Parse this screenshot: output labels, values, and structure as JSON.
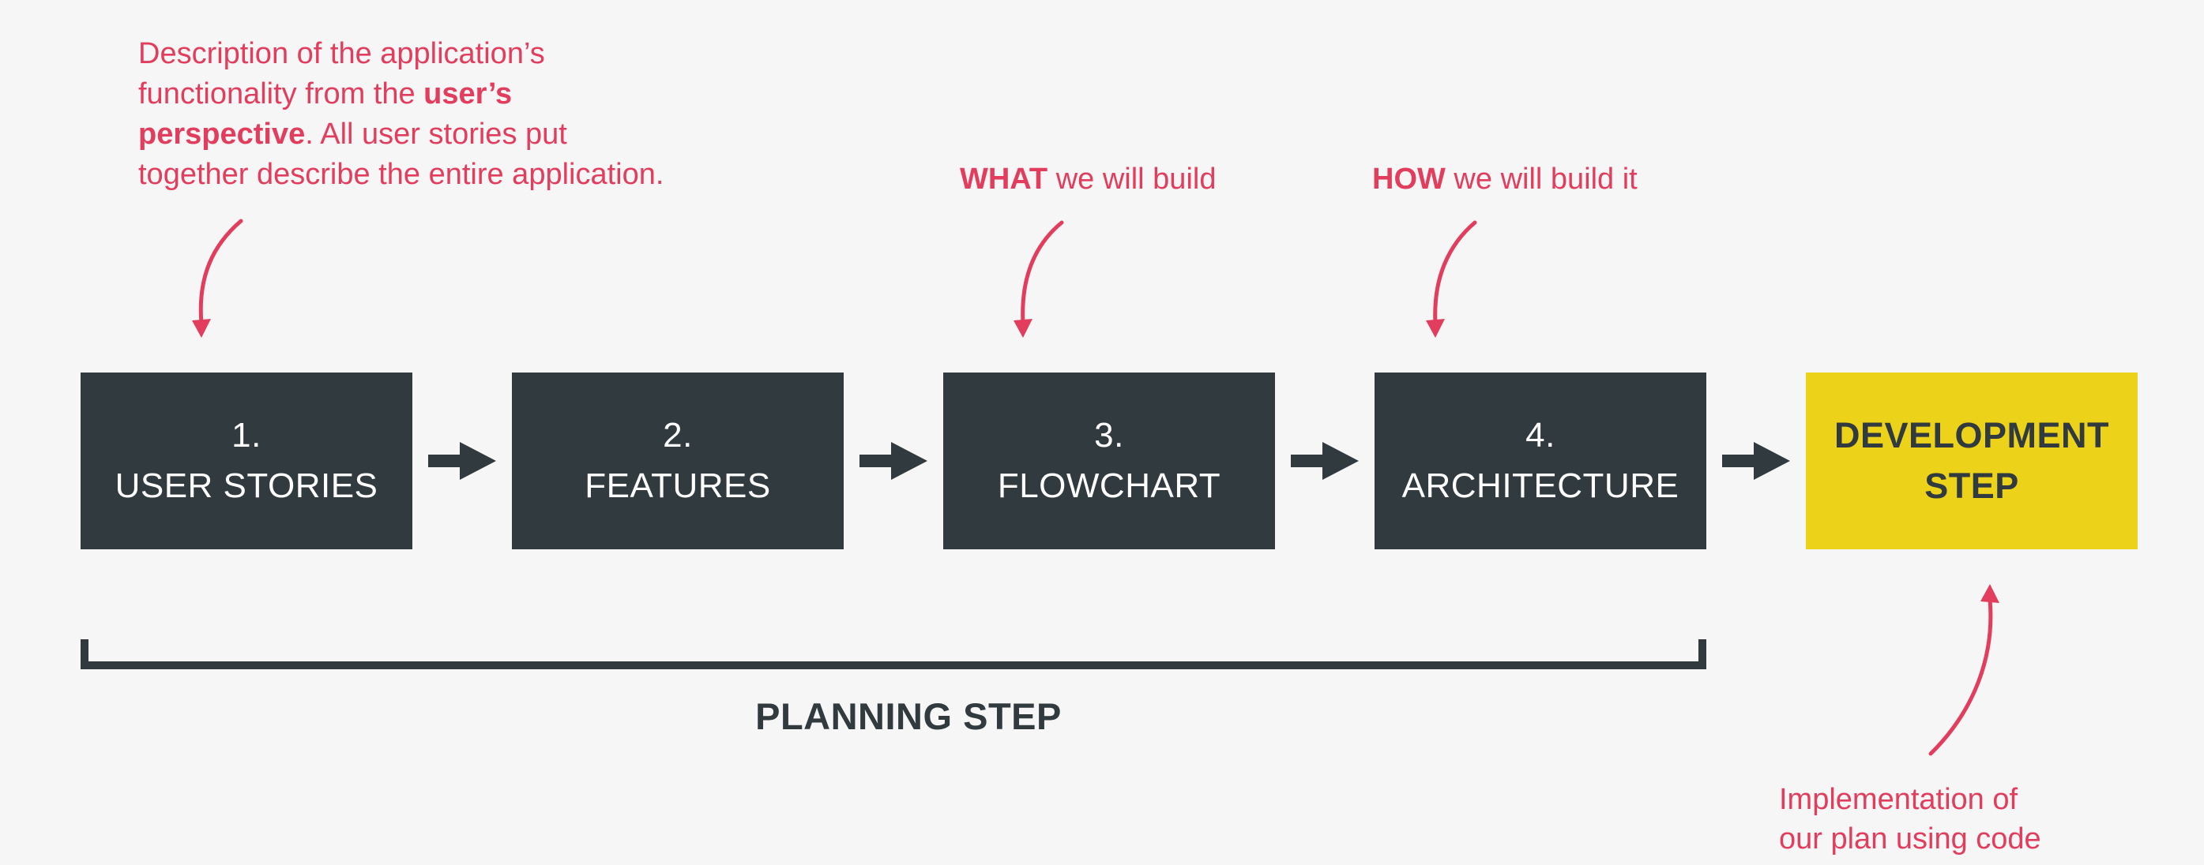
{
  "annotations": {
    "user_stories": {
      "line1": "Description of the application’s",
      "line2_a": "functionality from the ",
      "line2_b": "user’s",
      "line3_a": "perspective",
      "line3_b": ". All user stories put",
      "line4": "together describe the entire application."
    },
    "flowchart": {
      "bold": "WHAT",
      "rest": " we will build"
    },
    "architecture": {
      "bold": "HOW",
      "rest": " we will build it"
    },
    "development": {
      "line1": "Implementation of",
      "line2": "our plan using code"
    }
  },
  "steps": [
    {
      "number": "1.",
      "label": "USER STORIES"
    },
    {
      "number": "2.",
      "label": "FEATURES"
    },
    {
      "number": "3.",
      "label": "FLOWCHART"
    },
    {
      "number": "4.",
      "label": "ARCHITECTURE"
    }
  ],
  "development_step": {
    "line1": "DEVELOPMENT",
    "line2": "STEP"
  },
  "planning_label": "PLANNING STEP",
  "colors": {
    "background": "#f6f6f6",
    "box_dark": "#313a3f",
    "box_accent": "#ecd31a",
    "annotation": "#e33d5d",
    "arrow": "#313a3f"
  },
  "icons": [
    "arrow-right-icon",
    "curved-arrow-down-icon",
    "curved-arrow-up-icon",
    "bracket"
  ]
}
